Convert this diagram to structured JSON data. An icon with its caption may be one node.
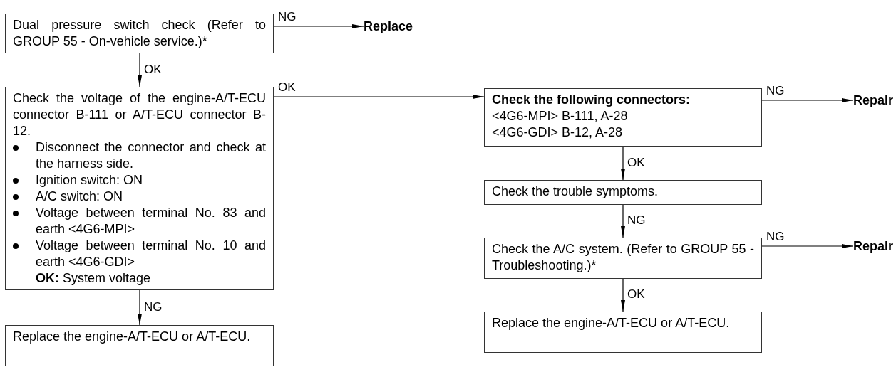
{
  "diagram": {
    "nodes": [
      {
        "text": [
          "Dual pressure switch check (Refer to GROUP 55 - On-vehicle service.)*"
        ]
      },
      {
        "text": [
          "Replace"
        ]
      },
      {
        "text": [
          "Check the voltage of the engine-A/T-ECU connector B-111 or A/T-ECU connector B-12.",
          "Disconnect the connector and check at the harness side.",
          "Ignition switch: ON",
          "A/C switch: ON",
          "Voltage between terminal No. 83 and earth <4G6-MPI>",
          "Voltage between terminal No. 10 and earth <4G6-GDI>",
          "**OK:** System voltage"
        ]
      },
      {
        "text": [
          "Replace the engine-A/T-ECU or A/T-ECU."
        ]
      },
      {
        "text": [
          "Check the following connectors:",
          "<4G6-MPI> B-111, A-28",
          "<4G6-GDI> B-12, A-28"
        ]
      },
      {
        "text": [
          "Repair"
        ]
      },
      {
        "text": [
          "Check the trouble symptoms."
        ]
      },
      {
        "text": [
          "Check the A/C system. (Refer to GROUP 55 - Troubleshooting.)*"
        ]
      },
      {
        "text": [
          "Repair"
        ]
      },
      {
        "text": [
          "Replace the engine-A/T-ECU or A/T-ECU."
        ]
      }
    ],
    "edges": [
      {
        "from": 0,
        "to": 1,
        "arrow": "to",
        "label": "NG"
      },
      {
        "from": 0,
        "to": 2,
        "arrow": "to",
        "label": "OK"
      },
      {
        "from": 2,
        "to": 4,
        "arrow": "to",
        "label": "OK"
      },
      {
        "from": 2,
        "to": 3,
        "arrow": "to",
        "label": "NG"
      },
      {
        "from": 4,
        "to": 5,
        "arrow": "to",
        "label": "NG"
      },
      {
        "from": 4,
        "to": 6,
        "arrow": "to",
        "label": "OK"
      },
      {
        "from": 6,
        "to": 7,
        "arrow": "to",
        "label": "NG"
      },
      {
        "from": 7,
        "to": 8,
        "arrow": "to",
        "label": "NG"
      },
      {
        "from": 7,
        "to": 9,
        "arrow": "to",
        "label": "OK"
      }
    ]
  }
}
